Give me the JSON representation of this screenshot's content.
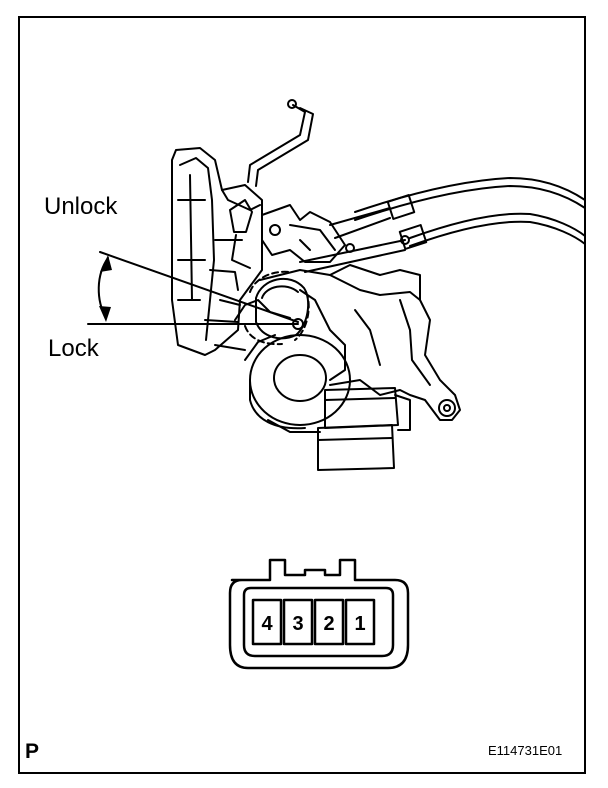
{
  "labels": {
    "unlock": "Unlock",
    "lock": "Lock",
    "page_mark": "P",
    "figure_code": "E114731E01"
  },
  "connector": {
    "pins": [
      "4",
      "3",
      "2",
      "1"
    ]
  }
}
